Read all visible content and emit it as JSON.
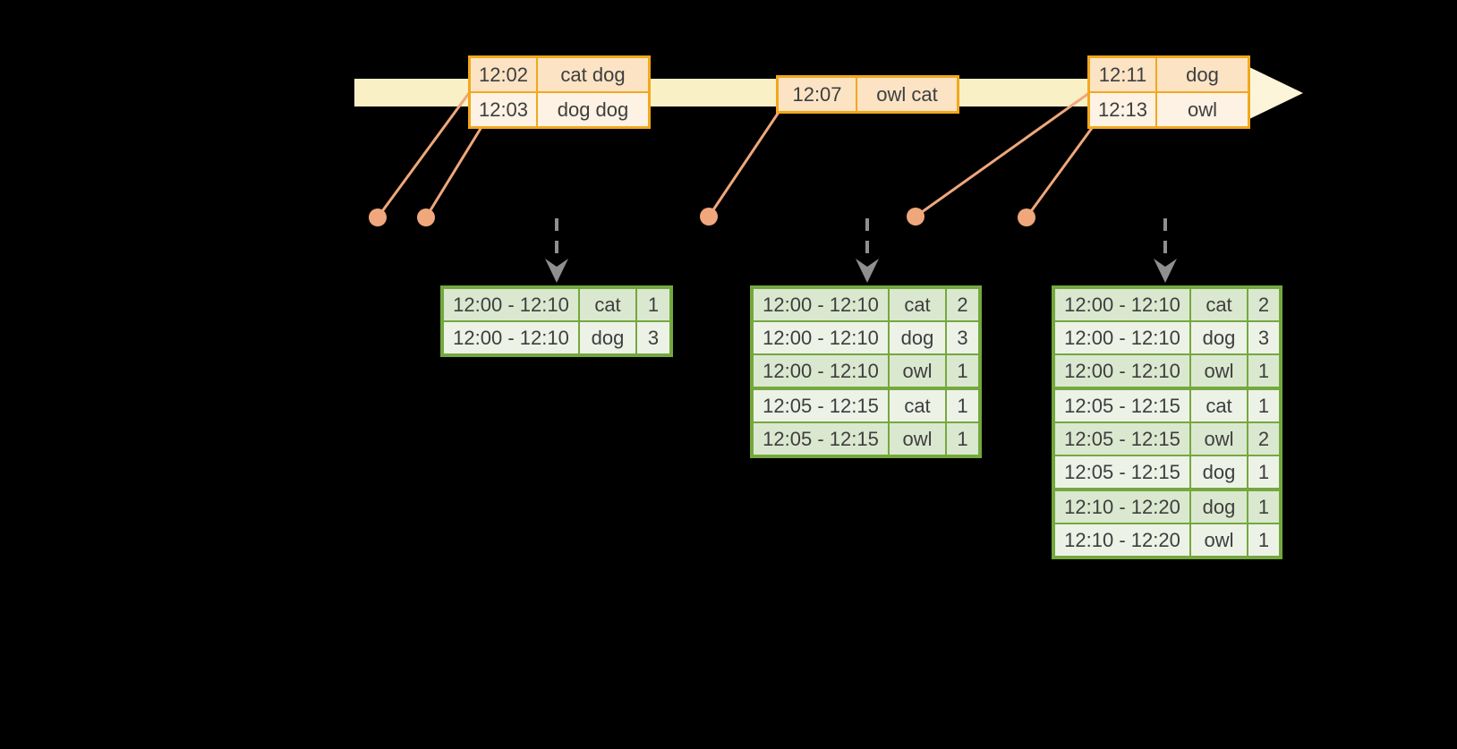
{
  "colors": {
    "background": "#000000",
    "timeline": "#FAF0C5",
    "timeline_arrowhead": "#FCF5DA",
    "event_border": "#F2A81D",
    "event_row_dark": "#FBE3C4",
    "event_row_light": "#FDF2E3",
    "result_border": "#74A83F",
    "result_row_dark": "#DBE8D0",
    "result_row_light": "#EDF2E7",
    "dot": "#F0A77B",
    "dashed_arrow": "#8F8F8F",
    "text": "#3E3E3E"
  },
  "event_tables": [
    {
      "rows": [
        {
          "time": "12:02",
          "words": "cat dog"
        },
        {
          "time": "12:03",
          "words": "dog dog"
        }
      ]
    },
    {
      "rows": [
        {
          "time": "12:07",
          "words": "owl cat"
        }
      ]
    },
    {
      "rows": [
        {
          "time": "12:11",
          "words": "dog"
        },
        {
          "time": "12:13",
          "words": "owl"
        }
      ]
    }
  ],
  "result_tables": [
    {
      "rows": [
        {
          "window": "12:00 - 12:10",
          "word": "cat",
          "count": "1"
        },
        {
          "window": "12:00 - 12:10",
          "word": "dog",
          "count": "3"
        }
      ]
    },
    {
      "rows": [
        {
          "window": "12:00 - 12:10",
          "word": "cat",
          "count": "2"
        },
        {
          "window": "12:00 - 12:10",
          "word": "dog",
          "count": "3"
        },
        {
          "window": "12:00 - 12:10",
          "word": "owl",
          "count": "1"
        },
        {
          "window": "12:05 - 12:15",
          "word": "cat",
          "count": "1"
        },
        {
          "window": "12:05 - 12:15",
          "word": "owl",
          "count": "1"
        }
      ]
    },
    {
      "rows": [
        {
          "window": "12:00 - 12:10",
          "word": "cat",
          "count": "2"
        },
        {
          "window": "12:00 - 12:10",
          "word": "dog",
          "count": "3"
        },
        {
          "window": "12:00 - 12:10",
          "word": "owl",
          "count": "1"
        },
        {
          "window": "12:05 - 12:15",
          "word": "cat",
          "count": "1"
        },
        {
          "window": "12:05 - 12:15",
          "word": "owl",
          "count": "2"
        },
        {
          "window": "12:05 - 12:15",
          "word": "dog",
          "count": "1"
        },
        {
          "window": "12:10 - 12:20",
          "word": "dog",
          "count": "1"
        },
        {
          "window": "12:10 - 12:20",
          "word": "owl",
          "count": "1"
        }
      ]
    }
  ]
}
